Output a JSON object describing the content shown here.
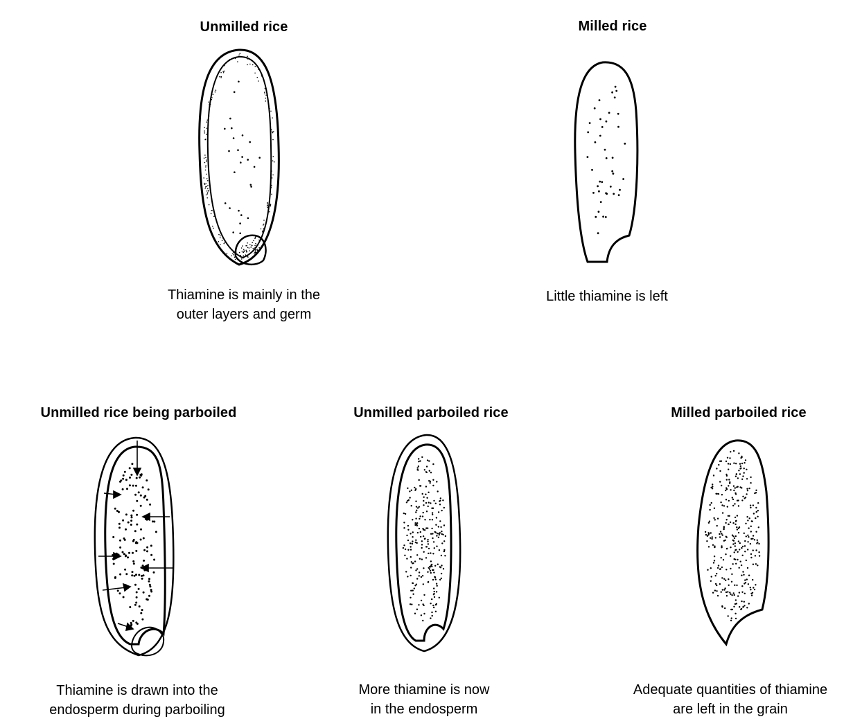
{
  "panels": {
    "unmilled": {
      "title": "Unmilled rice",
      "caption": [
        "Thiamine is mainly in the",
        "outer layers and germ"
      ]
    },
    "milled": {
      "title": "Milled rice",
      "caption": [
        "Little thiamine is left"
      ]
    },
    "parboiling": {
      "title": "Unmilled rice being parboiled",
      "caption": [
        "Thiamine is drawn into the",
        "endosperm during parboiling"
      ]
    },
    "unmilled_parboiled": {
      "title": "Unmilled parboiled rice",
      "caption": [
        "More thiamine is now",
        "in the endosperm"
      ]
    },
    "milled_parboiled": {
      "title": "Milled parboiled rice",
      "caption": [
        "Adequate quantities of thiamine",
        "are left in the grain"
      ]
    }
  },
  "colors": {
    "ink": "#000000",
    "background": "#ffffff"
  }
}
